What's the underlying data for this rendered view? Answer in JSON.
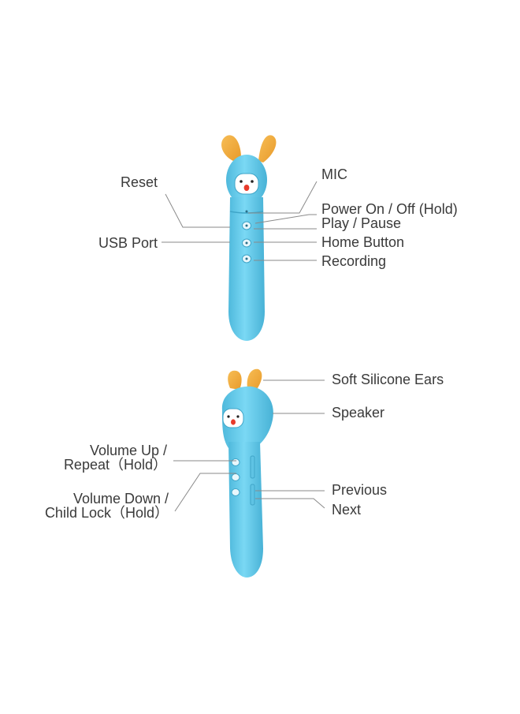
{
  "colors": {
    "body": "#6fd1f0",
    "body_shade": "#4fb9dc",
    "ears": "#f2a93b",
    "face": "#ffffff",
    "nose": "#e83a2a",
    "leader_line": "#8a8a8a",
    "text": "#3a3a3a"
  },
  "top_view": {
    "labels": {
      "reset": "Reset",
      "usb_port": "USB Port",
      "mic": "MIC",
      "power": "Power On / Off (Hold)",
      "play_pause": "Play / Pause",
      "home": "Home Button",
      "recording": "Recording"
    }
  },
  "side_view": {
    "labels": {
      "ears": "Soft Silicone Ears",
      "speaker": "Speaker",
      "volume_up_1": "Volume Up /",
      "volume_up_2": "Repeat（Hold）",
      "volume_down_1": "Volume Down /",
      "volume_down_2": "Child Lock（Hold）",
      "previous": "Previous",
      "next": "Next"
    }
  }
}
